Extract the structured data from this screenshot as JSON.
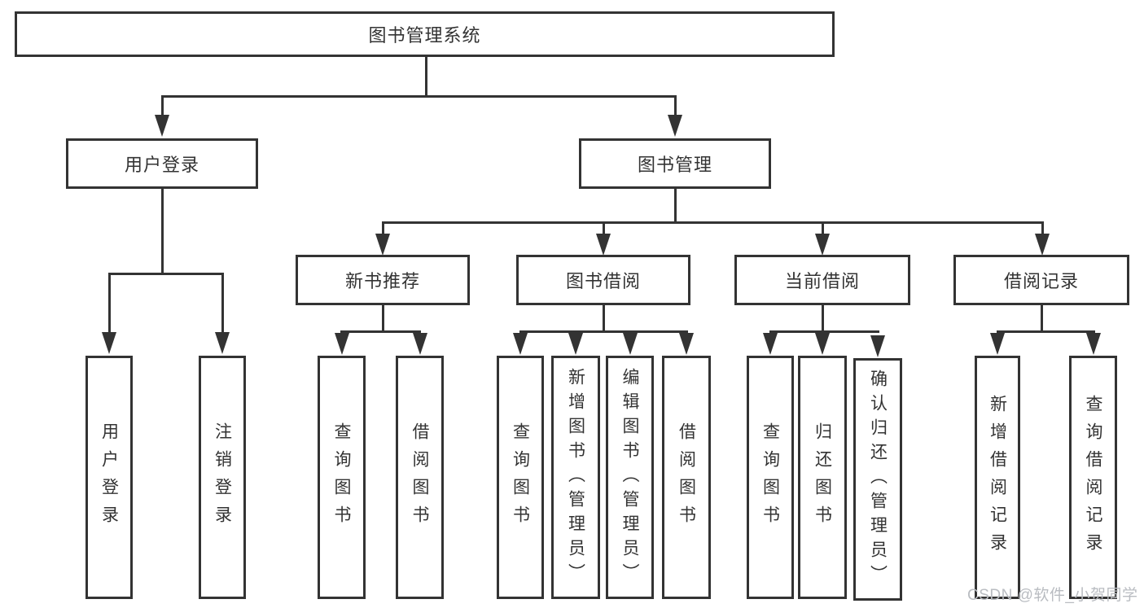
{
  "tree": {
    "label": "图书管理系统",
    "children": [
      {
        "label": "用户登录",
        "children": [
          {
            "label": "用户登录"
          },
          {
            "label": "注销登录"
          }
        ]
      },
      {
        "label": "图书管理",
        "children": [
          {
            "label": "新书推荐",
            "children": [
              {
                "label": "查询图书"
              },
              {
                "label": "借阅图书"
              }
            ]
          },
          {
            "label": "图书借阅",
            "children": [
              {
                "label": "查询图书"
              },
              {
                "label": "新增图书（管理员）"
              },
              {
                "label": "编辑图书（管理员）"
              },
              {
                "label": "借阅图书"
              }
            ]
          },
          {
            "label": "当前借阅",
            "children": [
              {
                "label": "查询图书"
              },
              {
                "label": "归还图书"
              },
              {
                "label": "确认归还（管理员）"
              }
            ]
          },
          {
            "label": "借阅记录",
            "children": [
              {
                "label": "新增借阅记录"
              },
              {
                "label": "查询借阅记录"
              }
            ]
          }
        ]
      }
    ]
  },
  "watermark": {
    "text": "CSDN @软件_小贺同学"
  },
  "colors": {
    "line": "#333333",
    "text": "#333333",
    "background": "#ffffff",
    "watermark": "#b9bcc1"
  }
}
